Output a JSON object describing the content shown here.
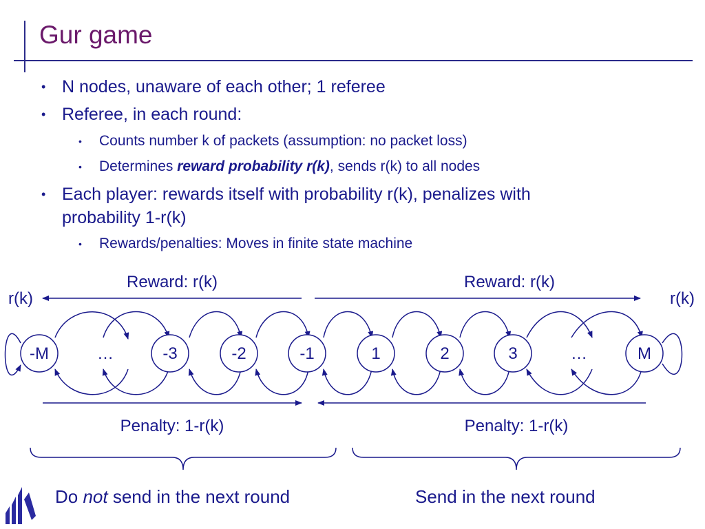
{
  "title": "Gur game",
  "bullets": {
    "b1": "N nodes, unaware of each other; 1 referee",
    "b2": "Referee, in each round:",
    "b2_sub1": "Counts number k of packets (assumption: no packet loss)",
    "b2_sub2_pre": "Determines ",
    "b2_sub2_em": "reward probability r(k)",
    "b2_sub2_post": ", sends r(k) to all nodes",
    "b3_line1": "Each player: rewards itself with probability r(k), penalizes with",
    "b3_line2": "probability 1-r(k)",
    "b3_sub1": "Rewards/penalties: Moves in finite state machine"
  },
  "diagram": {
    "reward_left": "Reward: r(k)",
    "reward_right": "Reward: r(k)",
    "rk_left": "r(k)",
    "rk_right": "r(k)",
    "penalty_left": "Penalty: 1-r(k)",
    "penalty_right": "Penalty: 1-r(k)",
    "states": [
      "-M",
      "…",
      "-3",
      "-2",
      "-1",
      "1",
      "2",
      "3",
      "…",
      "M"
    ]
  },
  "bottom": {
    "left_pre": "Do ",
    "left_em": "not",
    "left_post": " send in the next round",
    "right": "Send in the next round"
  },
  "colors": {
    "title": "#6b1a6b",
    "text": "#1a1a8c"
  }
}
